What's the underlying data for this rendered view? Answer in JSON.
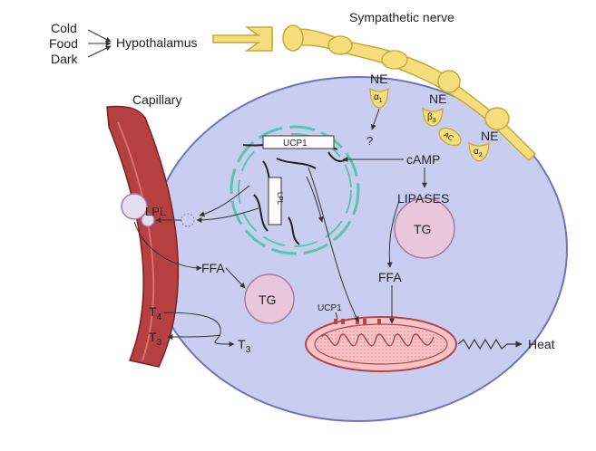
{
  "stimuli": {
    "cold": "Cold",
    "food": "Food",
    "dark": "Dark"
  },
  "hypothalamus": "Hypothalamus",
  "sympathetic_nerve": "Sympathetic nerve",
  "capillary": "Capillary",
  "receptors": {
    "ne_1": "NE",
    "ne_2": "NE",
    "ne_3": "NE",
    "alpha1": "α",
    "alpha1_sub": "1",
    "beta3": "β",
    "beta3_sub": "3",
    "alpha2": "α",
    "alpha2_sub": "2",
    "ac": "AC",
    "unknown": "?"
  },
  "camp": "cAMP",
  "lipases": "LIPASES",
  "tg_1": "TG",
  "tg_2": "TG",
  "ffa_1": "FFA",
  "ffa_2": "FFA",
  "lpl_capillary": "LPL",
  "nucleus": {
    "ucp1_gene": "UCP1",
    "lpl_gene": "LPL"
  },
  "ucp1_mito": "UCP1",
  "heat": "Heat",
  "thyroid": {
    "t4": "T",
    "t4_sub": "4",
    "t3_in": "T",
    "t3_in_sub": "3",
    "t3_out": "T",
    "t3_out_sub": "3"
  },
  "colors": {
    "cell_fill": "#c9cdf0",
    "cell_stroke": "#6f74b8",
    "capillary_fill": "#b5403f",
    "nerve_fill": "#f6de7c",
    "nucleus_stroke": "#57c5b6",
    "tg_fill": "#e8c6dc",
    "mito_fill": "#f6c3c7",
    "mito_stroke": "#b64448"
  }
}
